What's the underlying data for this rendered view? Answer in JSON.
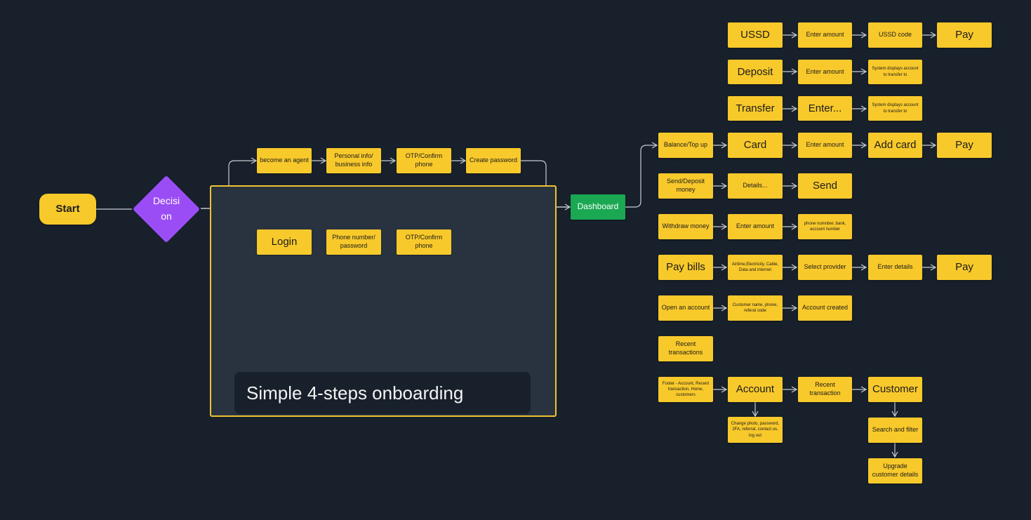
{
  "diagram": {
    "section_title": "Simple 4-steps onboarding",
    "nodes": {
      "start": "Start",
      "decision": "Decision",
      "become_agent": "become an agent",
      "personal_info": "Personal info/ business info",
      "otp_confirm_agent": "OTP/Confirm phone",
      "create_password": "Create password",
      "login": "Login",
      "phone_password": "Phone number/ password",
      "otp_confirm_login": "OTP/Confirm phone",
      "dashboard": "Dashboard",
      "balance_top_up": "Balance/Top up",
      "ussd": "USSD",
      "ussd_enter_amount": "Enter amount",
      "ussd_code": "USSD code",
      "ussd_pay": "Pay",
      "deposit": "Deposit",
      "deposit_enter_amount": "Enter amount",
      "deposit_system_displays": "System displays account to transfer to",
      "transfer": "Transfer",
      "transfer_enter": "Enter...",
      "transfer_system_displays": "System displays account to transfer to",
      "card": "Card",
      "card_enter_amount": "Enter amount",
      "add_card": "Add card",
      "card_pay": "Pay",
      "send_deposit_money": "Send/Deposit money",
      "details": "Details...",
      "send": "Send",
      "withdraw_money": "Withdraw money",
      "withdraw_enter_amount": "Enter amount",
      "phone_bank_account": "phone numnber, bank, account number",
      "pay_bills": "Pay bills",
      "airtime_etc": "Airtime,Electricity, Cable, Data and internet",
      "select_provider": "Select provider",
      "enter_details": "Enter details",
      "bills_pay": "Pay",
      "open_account": "Open an account",
      "customer_name_phone": "Customer name, phone, referal code",
      "account_created": "Account created",
      "recent_transactions": "Recent transactions",
      "footer_items": "Footer - Account, Recent transaction, Home, customers",
      "account": "Account",
      "recent_transaction": "Recent transaction",
      "customer": "Customer",
      "account_settings": "Change photo, password, 2FA, referral, contact us, log out",
      "search_filter": "Search and filter",
      "upgrade_customer": "Upgrade customer details"
    },
    "colors": {
      "background": "#17202b",
      "node": "#f8c92b",
      "decision": "#9b4df5",
      "dashboard": "#1aa853",
      "section_border": "#f1c232",
      "connector": "#c9cdd2"
    }
  }
}
